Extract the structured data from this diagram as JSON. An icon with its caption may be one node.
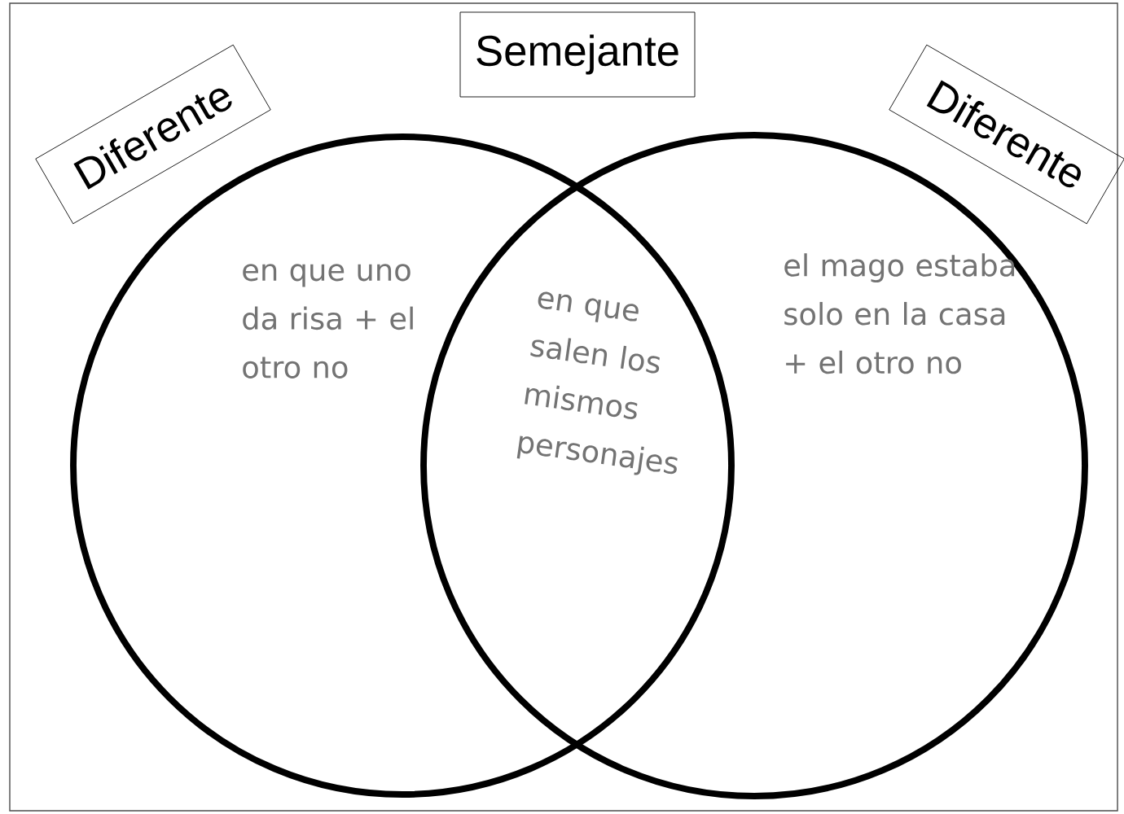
{
  "diagram": {
    "nodes": [
      {
        "text": [
          "Diferente"
        ]
      },
      {
        "text": [
          "Semejante"
        ]
      },
      {
        "text": [
          "Diferente"
        ]
      },
      {
        "text": [],
        "shape": "circle"
      },
      {
        "text": [],
        "shape": "circle"
      }
    ],
    "labels": [
      "en que uno da risa + el otro no",
      "en que salen los mismos personajes",
      "el mago estaba solo en la casa + el otro no"
    ]
  }
}
